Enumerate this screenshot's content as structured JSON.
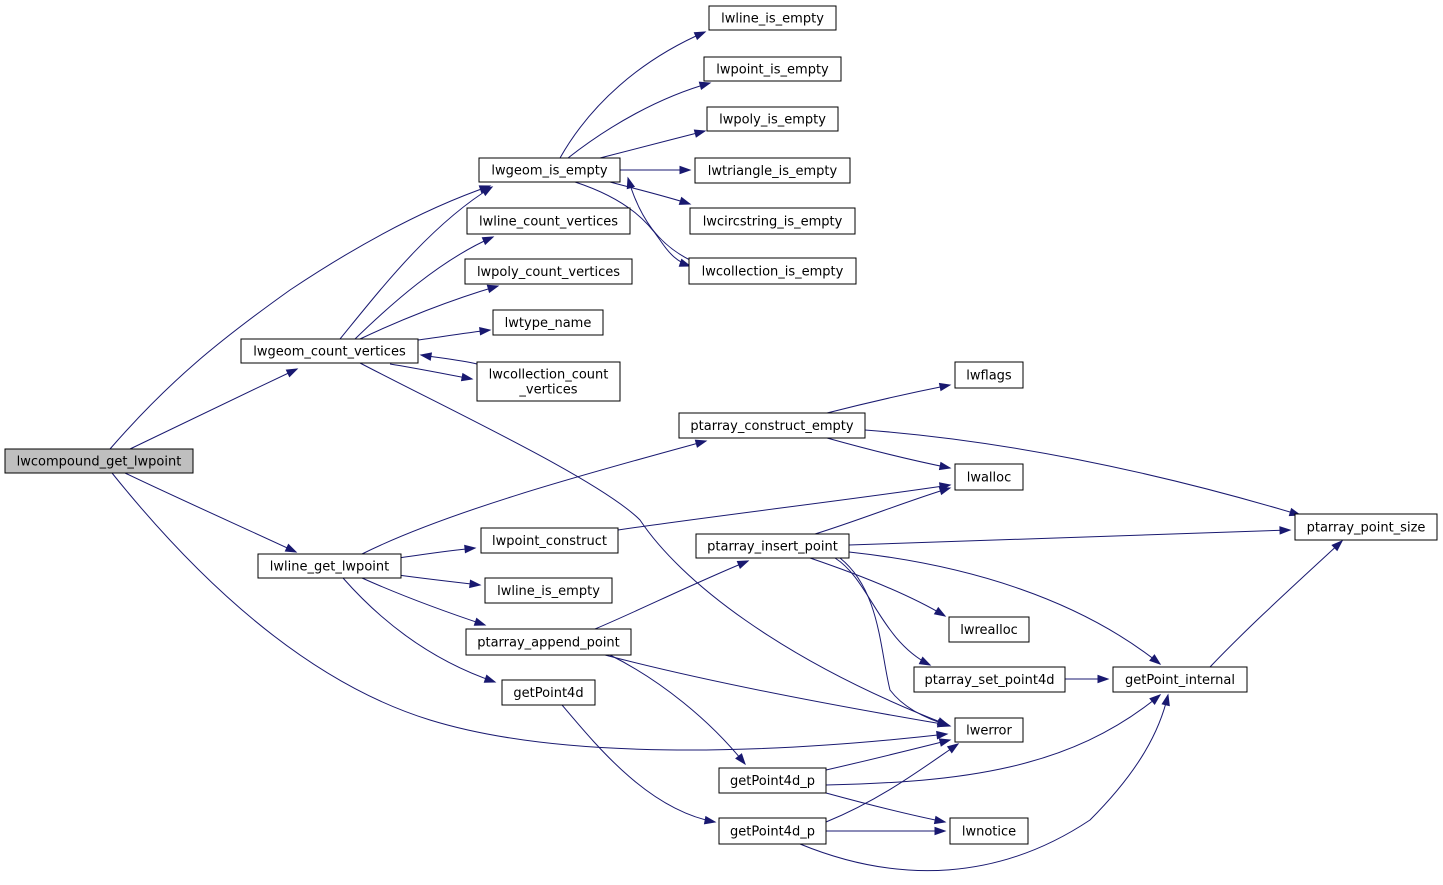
{
  "diagram": {
    "root": "lwcompound_get_lwpoint",
    "nodes": [
      {
        "id": "lwcompound_get_lwpoint",
        "label": "lwcompound_get_lwpoint",
        "root": true
      },
      {
        "id": "lwgeom_count_vertices",
        "label": "lwgeom_count_vertices"
      },
      {
        "id": "lwline_get_lwpoint",
        "label": "lwline_get_lwpoint"
      },
      {
        "id": "lwerror",
        "label": "lwerror"
      },
      {
        "id": "lwgeom_is_empty",
        "label": "lwgeom_is_empty"
      },
      {
        "id": "lwline_count_vertices",
        "label": "lwline_count_vertices"
      },
      {
        "id": "lwpoly_count_vertices",
        "label": "lwpoly_count_vertices"
      },
      {
        "id": "lwtype_name",
        "label": "lwtype_name"
      },
      {
        "id": "lwcollection_count_vertices",
        "label": "lwcollection_count\n_vertices"
      },
      {
        "id": "lwline_is_empty_top",
        "label": "lwline_is_empty"
      },
      {
        "id": "lwpoint_is_empty",
        "label": "lwpoint_is_empty"
      },
      {
        "id": "lwpoly_is_empty",
        "label": "lwpoly_is_empty"
      },
      {
        "id": "lwtriangle_is_empty",
        "label": "lwtriangle_is_empty"
      },
      {
        "id": "lwcircstring_is_empty",
        "label": "lwcircstring_is_empty"
      },
      {
        "id": "lwcollection_is_empty",
        "label": "lwcollection_is_empty"
      },
      {
        "id": "ptarray_construct_empty",
        "label": "ptarray_construct_empty"
      },
      {
        "id": "lwpoint_construct",
        "label": "lwpoint_construct"
      },
      {
        "id": "lwline_is_empty_mid",
        "label": "lwline_is_empty"
      },
      {
        "id": "ptarray_append_point",
        "label": "ptarray_append_point"
      },
      {
        "id": "getPoint4d",
        "label": "getPoint4d"
      },
      {
        "id": "lwflags",
        "label": "lwflags"
      },
      {
        "id": "lwalloc",
        "label": "lwalloc"
      },
      {
        "id": "ptarray_insert_point",
        "label": "ptarray_insert_point"
      },
      {
        "id": "lwrealloc",
        "label": "lwrealloc"
      },
      {
        "id": "ptarray_set_point4d",
        "label": "ptarray_set_point4d"
      },
      {
        "id": "getPoint4d_p_a",
        "label": "getPoint4d_p"
      },
      {
        "id": "getPoint4d_p_b",
        "label": "getPoint4d_p"
      },
      {
        "id": "lwnotice",
        "label": "lwnotice"
      },
      {
        "id": "ptarray_point_size",
        "label": "ptarray_point_size"
      },
      {
        "id": "getPoint_internal",
        "label": "getPoint_internal"
      }
    ],
    "edges": [
      [
        "lwcompound_get_lwpoint",
        "lwgeom_is_empty"
      ],
      [
        "lwcompound_get_lwpoint",
        "lwgeom_count_vertices"
      ],
      [
        "lwcompound_get_lwpoint",
        "lwline_get_lwpoint"
      ],
      [
        "lwcompound_get_lwpoint",
        "lwerror"
      ],
      [
        "lwgeom_count_vertices",
        "lwgeom_is_empty"
      ],
      [
        "lwgeom_count_vertices",
        "lwline_count_vertices"
      ],
      [
        "lwgeom_count_vertices",
        "lwpoly_count_vertices"
      ],
      [
        "lwgeom_count_vertices",
        "lwtype_name"
      ],
      [
        "lwgeom_count_vertices",
        "lwcollection_count_vertices"
      ],
      [
        "lwgeom_count_vertices",
        "lwerror"
      ],
      [
        "lwcollection_count_vertices",
        "lwgeom_count_vertices"
      ],
      [
        "lwgeom_is_empty",
        "lwline_is_empty_top"
      ],
      [
        "lwgeom_is_empty",
        "lwpoint_is_empty"
      ],
      [
        "lwgeom_is_empty",
        "lwpoly_is_empty"
      ],
      [
        "lwgeom_is_empty",
        "lwtriangle_is_empty"
      ],
      [
        "lwgeom_is_empty",
        "lwcircstring_is_empty"
      ],
      [
        "lwgeom_is_empty",
        "lwcollection_is_empty"
      ],
      [
        "lwcollection_is_empty",
        "lwgeom_is_empty"
      ],
      [
        "lwline_get_lwpoint",
        "ptarray_construct_empty"
      ],
      [
        "lwline_get_lwpoint",
        "lwpoint_construct"
      ],
      [
        "lwline_get_lwpoint",
        "lwline_is_empty_mid"
      ],
      [
        "lwline_get_lwpoint",
        "ptarray_append_point"
      ],
      [
        "lwline_get_lwpoint",
        "getPoint4d"
      ],
      [
        "ptarray_construct_empty",
        "lwflags"
      ],
      [
        "ptarray_construct_empty",
        "lwalloc"
      ],
      [
        "ptarray_construct_empty",
        "ptarray_point_size"
      ],
      [
        "lwpoint_construct",
        "lwalloc"
      ],
      [
        "ptarray_append_point",
        "ptarray_insert_point"
      ],
      [
        "ptarray_append_point",
        "lwerror"
      ],
      [
        "ptarray_append_point",
        "getPoint4d_p_a"
      ],
      [
        "getPoint4d",
        "getPoint4d_p_b"
      ],
      [
        "ptarray_insert_point",
        "lwalloc"
      ],
      [
        "ptarray_insert_point",
        "ptarray_point_size"
      ],
      [
        "ptarray_insert_point",
        "lwrealloc"
      ],
      [
        "ptarray_insert_point",
        "ptarray_set_point4d"
      ],
      [
        "ptarray_insert_point",
        "lwerror"
      ],
      [
        "ptarray_insert_point",
        "getPoint_internal"
      ],
      [
        "ptarray_set_point4d",
        "getPoint_internal"
      ],
      [
        "getPoint_internal",
        "ptarray_point_size"
      ],
      [
        "getPoint4d_p_a",
        "lwerror"
      ],
      [
        "getPoint4d_p_a",
        "getPoint_internal"
      ],
      [
        "getPoint4d_p_a",
        "lwnotice"
      ],
      [
        "getPoint4d_p_b",
        "lwerror"
      ],
      [
        "getPoint4d_p_b",
        "lwnotice"
      ],
      [
        "getPoint4d_p_b",
        "getPoint_internal"
      ]
    ]
  }
}
